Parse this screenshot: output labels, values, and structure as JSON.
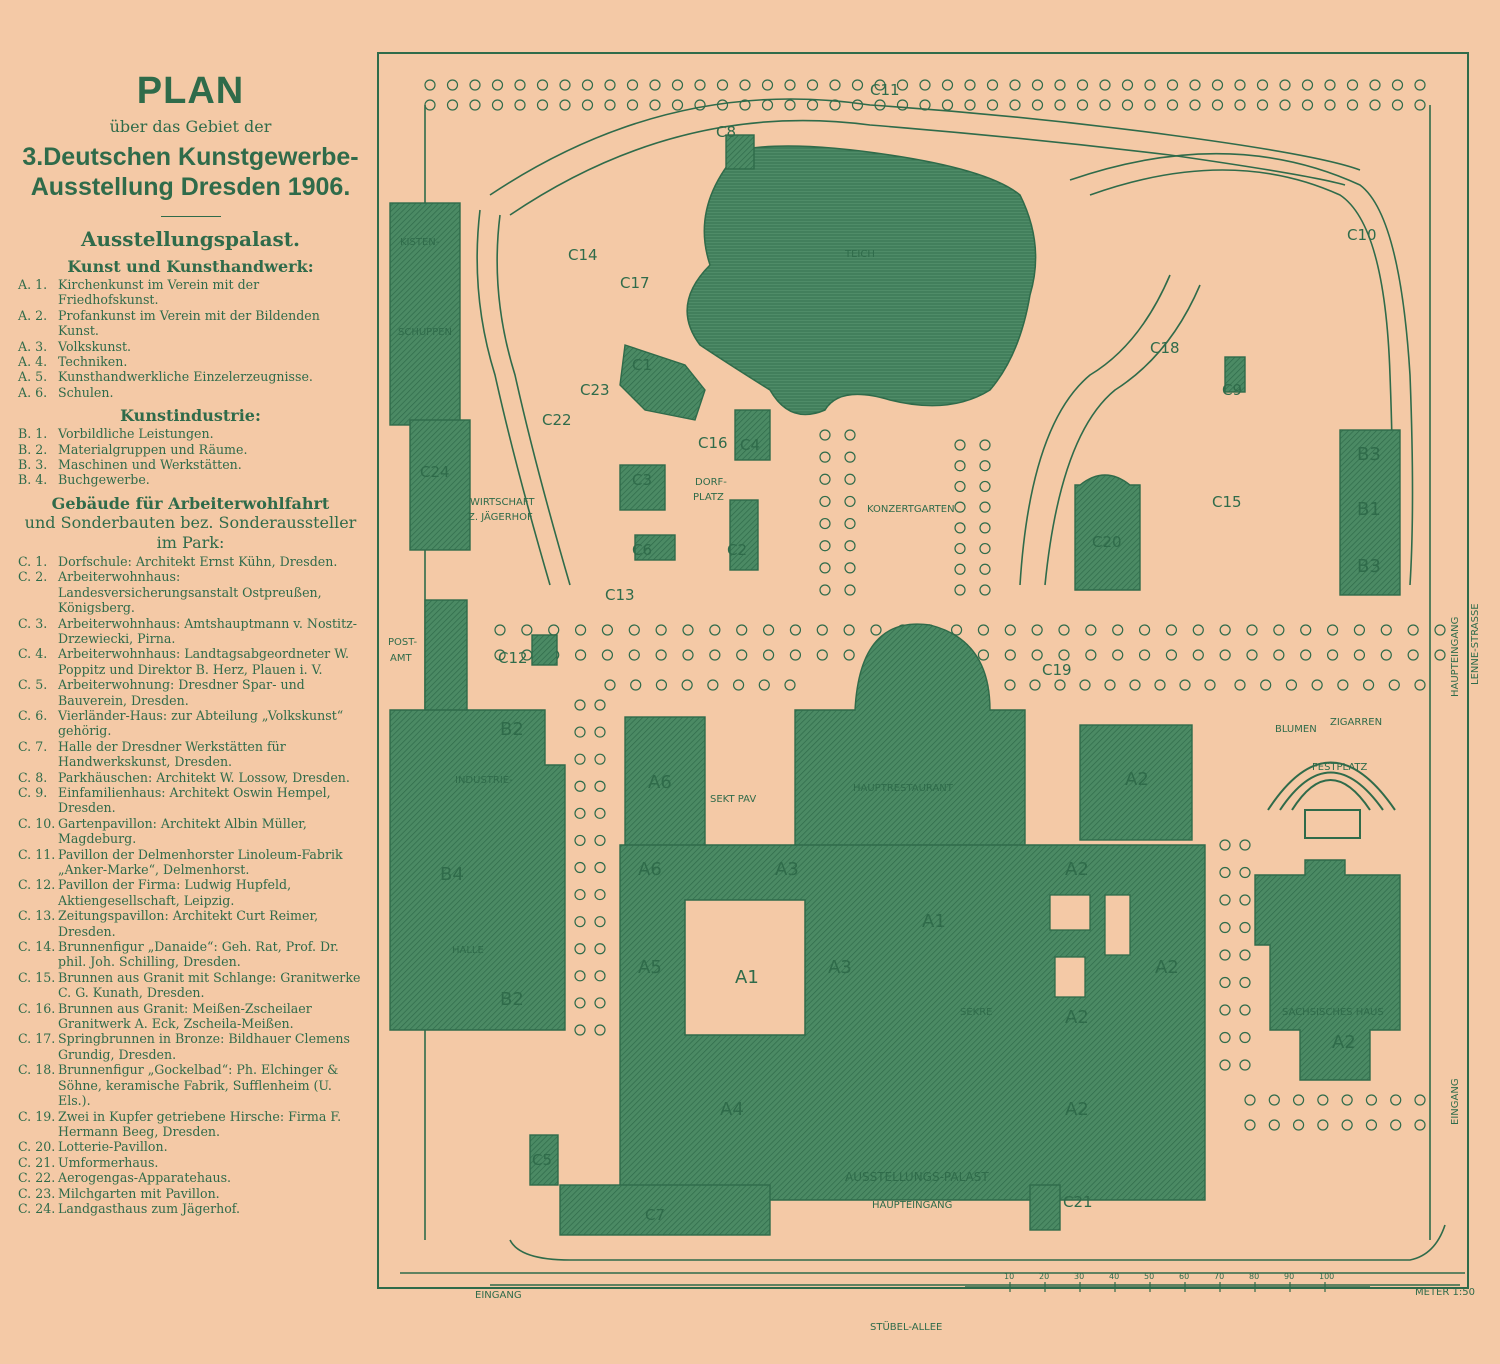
{
  "title": {
    "plan": "PLAN",
    "subtitle": "über das Gebiet der",
    "line1": "3.Deutschen Kunstgewerbe-",
    "line2": "Ausstellung Dresden 1906."
  },
  "legend": {
    "section_heading": "Ausstellungspalast.",
    "group_a": {
      "heading": "Kunst und Kunsthandwerk:",
      "items": [
        {
          "code": "A. 1.",
          "text": "Kirchenkunst im Verein mit der Friedhofskunst."
        },
        {
          "code": "A. 2.",
          "text": "Profankunst im Verein mit der Bildenden Kunst."
        },
        {
          "code": "A. 3.",
          "text": "Volkskunst."
        },
        {
          "code": "A. 4.",
          "text": "Techniken."
        },
        {
          "code": "A. 5.",
          "text": "Kunsthandwerkliche Einzelerzeugnisse."
        },
        {
          "code": "A. 6.",
          "text": "Schulen."
        }
      ]
    },
    "group_b": {
      "heading": "Kunstindustrie:",
      "items": [
        {
          "code": "B. 1.",
          "text": "Vorbildliche Leistungen."
        },
        {
          "code": "B. 2.",
          "text": "Materialgruppen und Räume."
        },
        {
          "code": "B. 3.",
          "text": "Maschinen und Werkstätten."
        },
        {
          "code": "B. 4.",
          "text": "Buchgewerbe."
        }
      ]
    },
    "group_c": {
      "heading": "Gebäude für Arbeiterwohlfahrt",
      "heading2": "und Sonderbauten bez. Sonderaussteller",
      "heading3": "im Park:",
      "items": [
        {
          "code": "C. 1.",
          "text": "Dorfschule: Architekt Ernst Kühn, Dresden."
        },
        {
          "code": "C. 2.",
          "text": "Arbeiterwohnhaus: Landesversicherungsanstalt Ostpreußen, Königsberg."
        },
        {
          "code": "C. 3.",
          "text": "Arbeiterwohnhaus: Amtshauptmann v. Nostitz-Drzewiecki, Pirna."
        },
        {
          "code": "C. 4.",
          "text": "Arbeiterwohnhaus: Landtagsabgeordneter W. Poppitz und Direktor B. Herz, Plauen i. V."
        },
        {
          "code": "C. 5.",
          "text": "Arbeiterwohnung: Dresdner Spar- und Bauverein, Dresden."
        },
        {
          "code": "C. 6.",
          "text": "Vierländer-Haus: zur Abteilung „Volkskunst“ gehörig."
        },
        {
          "code": "C. 7.",
          "text": "Halle der Dresdner Werkstätten für Handwerkskunst, Dresden."
        },
        {
          "code": "C. 8.",
          "text": "Parkhäuschen: Architekt W. Lossow, Dresden."
        },
        {
          "code": "C. 9.",
          "text": "Einfamilienhaus: Architekt Oswin Hempel, Dresden."
        },
        {
          "code": "C. 10.",
          "text": "Gartenpavillon: Architekt Albin Müller, Magdeburg."
        },
        {
          "code": "C. 11.",
          "text": "Pavillon der Delmenhorster Linoleum-Fabrik „Anker-Marke“, Delmenhorst."
        },
        {
          "code": "C. 12.",
          "text": "Pavillon der Firma: Ludwig Hupfeld, Aktiengesellschaft, Leipzig."
        },
        {
          "code": "C. 13.",
          "text": "Zeitungspavillon: Architekt Curt Reimer, Dresden."
        },
        {
          "code": "C. 14.",
          "text": "Brunnenfigur „Danaide“: Geh. Rat, Prof. Dr. phil. Joh. Schilling, Dresden."
        },
        {
          "code": "C. 15.",
          "text": "Brunnen aus Granit mit Schlange: Granitwerke C. G. Kunath, Dresden."
        },
        {
          "code": "C. 16.",
          "text": "Brunnen aus Granit: Meißen-Zscheilaer Granitwerk A. Eck, Zscheila-Meißen."
        },
        {
          "code": "C. 17.",
          "text": "Springbrunnen in Bronze: Bildhauer Clemens Grundig, Dresden."
        },
        {
          "code": "C. 18.",
          "text": "Brunnenfigur „Gockelbad“: Ph. Elchinger & Söhne, keramische Fabrik, Sufflenheim (U. Els.)."
        },
        {
          "code": "C. 19.",
          "text": "Zwei in Kupfer getriebene Hirsche: Firma F. Hermann Beeg, Dresden."
        },
        {
          "code": "C. 20.",
          "text": "Lotterie-Pavillon."
        },
        {
          "code": "C. 21.",
          "text": "Umformerhaus."
        },
        {
          "code": "C. 22.",
          "text": "Aerogengas-Apparatehaus."
        },
        {
          "code": "C. 23.",
          "text": "Milchgarten mit Pavillon."
        },
        {
          "code": "C. 24.",
          "text": "Landgasthaus zum Jägerhof."
        }
      ]
    }
  },
  "map": {
    "colors": {
      "paper": "#f4c9a6",
      "ink": "#2f6b4a",
      "fill": "#3f7d5a"
    },
    "labels": {
      "kisten": "KISTEN-",
      "schuppen": "SCHUPPEN",
      "teich": "TEICH",
      "wirtschaft": "WIRTSCHAFT",
      "jaegerhof": "Z. JÄGERHOF",
      "dorfplatz1": "DORF-",
      "dorfplatz2": "PLATZ",
      "konzertgarten": "KONZERTGARTEN",
      "postamt1": "POST-",
      "postamt2": "AMT",
      "industrie": "INDUSTRIE-",
      "halle": "HALLE",
      "sektpav": "SEKT PAV",
      "hauptrestaurant": "HAUPTRESTAURANT",
      "blumen": "BLUMEN",
      "zigarren": "ZIGARREN",
      "testplatz": "FESTPLATZ",
      "sachsisches_haus": "SACHSISCHES HAUS",
      "sekre": "SEKRE",
      "ausstellungs_palast": "AUSSTELLUNGS-PALAST",
      "haupteingang_south": "HAUPTEINGANG",
      "haupteingang_east": "HAUPTEINGANG",
      "lenne_strasse": "LENNE-STRASSE",
      "eingang_east": "EINGANG",
      "eingang_sw": "EINGANG",
      "stuebel_allee": "STÜBEL-ALLEE",
      "meter": "METER 1:50",
      "scale_ticks": [
        "10",
        "20",
        "30",
        "40",
        "50",
        "60",
        "70",
        "80",
        "90",
        "100"
      ]
    },
    "buildings": {
      "A1": "A1",
      "A1b": "A1",
      "A2a": "A2",
      "A2b": "A2",
      "A2c": "A2",
      "A2d": "A2",
      "A2e": "A2",
      "A2f": "A2",
      "A3a": "A3",
      "A3b": "A3",
      "A4": "A4",
      "A5": "A5",
      "A6a": "A6",
      "A6b": "A6",
      "B1": "B1",
      "B2a": "B2",
      "B2b": "B2",
      "B3a": "B3",
      "B3b": "B3",
      "B4": "B4",
      "C1": "C1",
      "C2": "C2",
      "C3": "C3",
      "C4": "C4",
      "C5": "C5",
      "C6": "C6",
      "C7": "C7",
      "C8": "C8",
      "C9": "C9",
      "C10": "C10",
      "C11": "C11",
      "C12": "C12",
      "C13": "C13",
      "C14": "C14",
      "C15": "C15",
      "C16": "C16",
      "C17": "C17",
      "C18": "C18",
      "C19": "C19",
      "C20": "C20",
      "C21": "C21",
      "C22": "C22",
      "C23": "C23",
      "C24": "C24"
    }
  }
}
